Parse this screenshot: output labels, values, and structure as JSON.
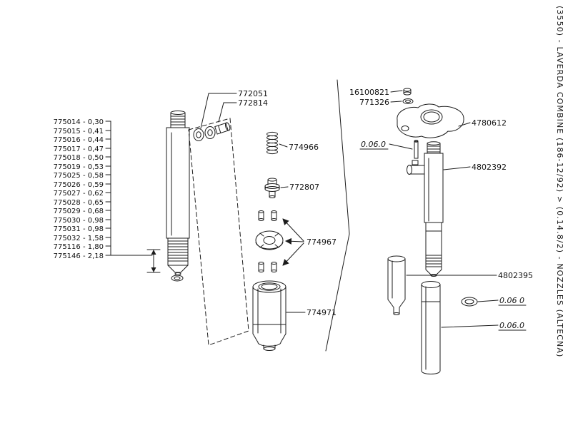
{
  "page": {
    "background": "#ffffff",
    "ink": "#1b1b1b"
  },
  "sidebar": {
    "rotated_title": "(3550) - LAVERDA COMBINE (186-12/92) > (0.14.8/2) - NOZZLES (ALTECNA)"
  },
  "shim_list": [
    "775014 - 0,30",
    "775015 - 0,41",
    "775016 - 0,44",
    "775017 - 0,47",
    "775018 - 0,50",
    "775019 - 0,53",
    "775025 - 0,58",
    "775026 - 0,59",
    "775027 - 0,62",
    "775028 - 0,65",
    "775029 - 0,68",
    "775030 - 0,98",
    "775031 - 0,98",
    "775032 - 1,58",
    "775116 - 1,80",
    "775146 - 2,18"
  ],
  "part_labels": {
    "p772051": "772051",
    "p772814": "772814",
    "p774966": "774966",
    "p772807": "772807",
    "p774967": "774967",
    "p774971": "774971",
    "p16100821": "16100821",
    "p771326": "771326",
    "p4780612": "4780612",
    "p4802392": "4802392",
    "p4802395": "4802395"
  },
  "figure_refs": {
    "ref_top": "0.06.0",
    "ref_mid": "0.06 0",
    "ref_bottom": "0.06.0"
  }
}
